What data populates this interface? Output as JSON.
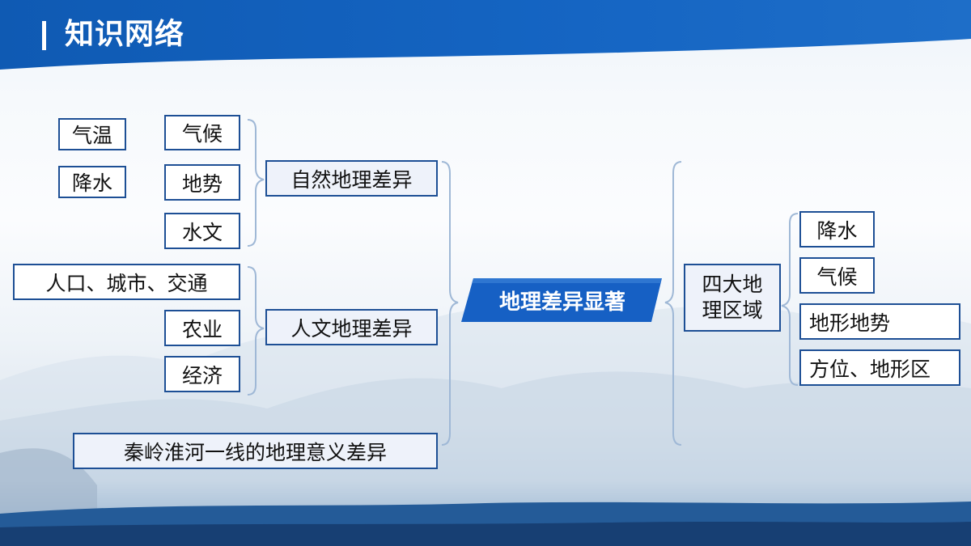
{
  "header": {
    "title": "知识网络",
    "color_start": "#0f5ab3",
    "color_end": "#1e6ec8"
  },
  "colors": {
    "box_border": "#1d4f95",
    "center_fill": "#1660c4",
    "bracket": "#9fb8d6"
  },
  "center": {
    "label": "地理差异显著"
  },
  "left": {
    "natural": {
      "label": "自然地理差异",
      "items": [
        "气候",
        "地势",
        "水文"
      ],
      "climate_factors": [
        "气温",
        "降水"
      ]
    },
    "human": {
      "label": "人文地理差异",
      "items": [
        "人口、城市、交通",
        "农业",
        "经济"
      ]
    },
    "qinling": {
      "label": "秦岭淮河一线的地理意义差异"
    }
  },
  "right": {
    "regions": {
      "label_line1": "四大地",
      "label_line2": "理区域"
    },
    "items": [
      "降水",
      "气候",
      "地形地势",
      "方位、地形区"
    ]
  }
}
